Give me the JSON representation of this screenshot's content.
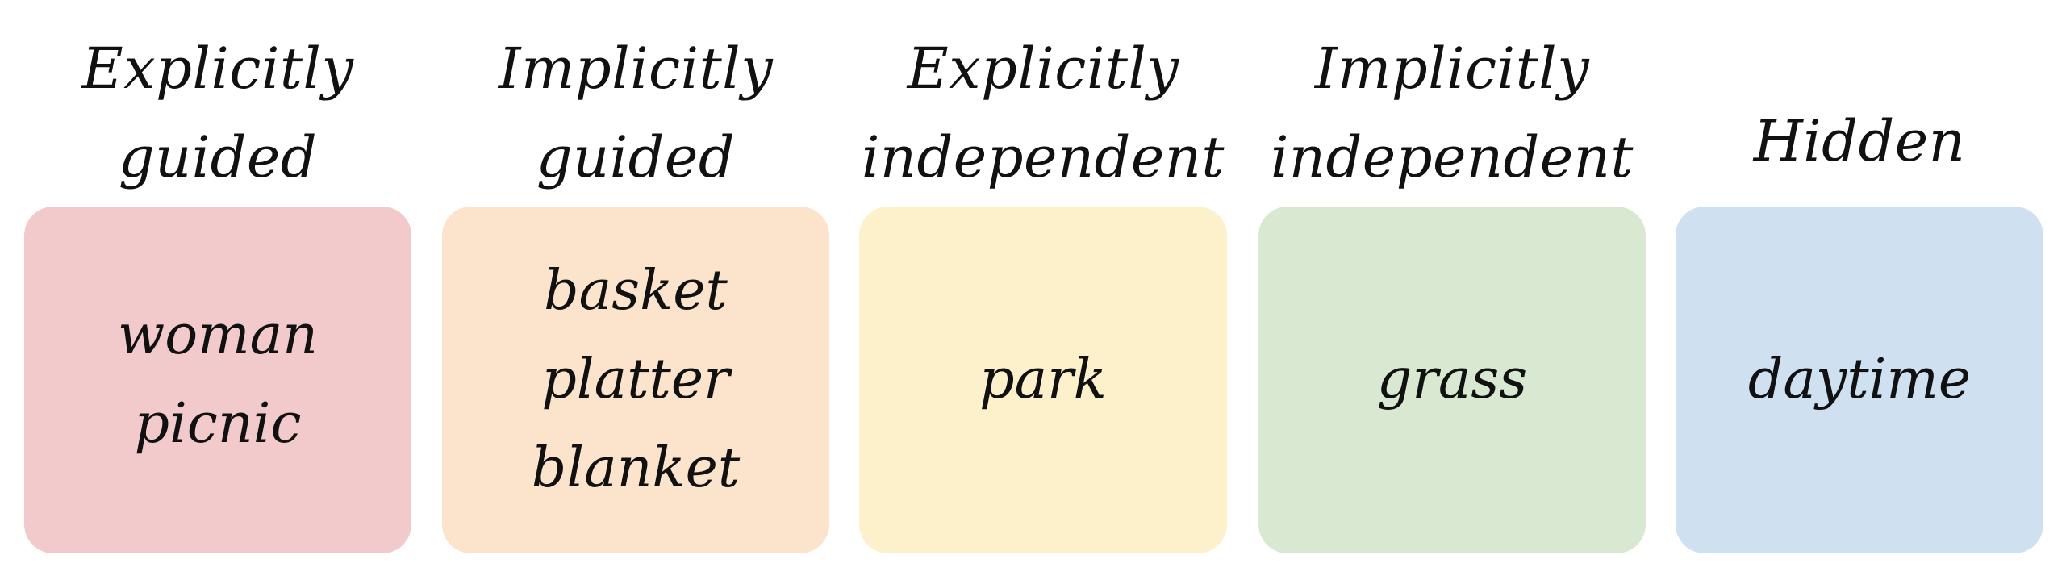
{
  "categories": [
    {
      "heading": [
        "Explicitly",
        "guided"
      ],
      "color": "#f2cacb",
      "words": [
        "woman",
        "picnic"
      ]
    },
    {
      "heading": [
        "Implicitly",
        "guided"
      ],
      "color": "#fbe3cc",
      "words": [
        "basket",
        "platter",
        "blanket"
      ]
    },
    {
      "heading": [
        "Explicitly",
        "independent"
      ],
      "color": "#fdf1cb",
      "words": [
        "park"
      ]
    },
    {
      "heading": [
        "Implicitly",
        "independent"
      ],
      "color": "#d9e9d1",
      "words": [
        "grass"
      ]
    },
    {
      "heading": [
        "Hidden"
      ],
      "color": "#cfe0f1",
      "words": [
        "daytime"
      ]
    }
  ]
}
